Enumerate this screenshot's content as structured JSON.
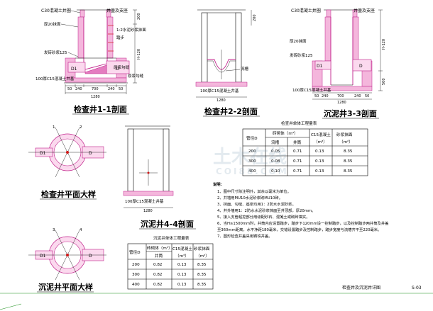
{
  "drawing": {
    "number": "S-03",
    "sheet_title": "检查井及沉泥井详图",
    "views": {
      "sec11": {
        "title": "检查井1-1剖面",
        "labels": {
          "c30_cover": "C30混凝土井圈",
          "cover_seat": "井盖及支座",
          "mortar": "1:2水泥砂浆抹面",
          "wall": "厚20抹面",
          "ladder": "踏步",
          "pipe_seal": "发砖砂浆125",
          "base": "100厚C15混凝土井基",
          "bench": "原浆勾缝",
          "d1": "D1",
          "d": "D"
        },
        "dims": [
          "50",
          "240",
          "700",
          "240",
          "50",
          "1280",
          "200",
          "H-120"
        ]
      },
      "sec22": {
        "title": "检查井2-2剖面",
        "labels": {
          "channel": "流槽",
          "base": "100厚C15混凝土井基"
        },
        "dims": [
          "1280",
          "200"
        ]
      },
      "sec33": {
        "title": "沉泥井3-3剖面",
        "labels": {
          "c30_cover": "C30混凝土井圈",
          "cover_seat": "井盖及支座",
          "wall": "厚20抹面",
          "pipe_seal": "发砖砂浆125",
          "base": "100厚C15混凝土井基",
          "d1": "D1",
          "d": "D"
        },
        "dims": [
          "50",
          "240",
          "700",
          "240",
          "50",
          "1280",
          "H-120",
          "500"
        ]
      },
      "sec44": {
        "title": "沉泥井4-4剖面",
        "labels": {
          "base": "100厚C15混凝土井基"
        },
        "dims": [
          "1280"
        ]
      },
      "plan_check": {
        "title": "检查井平面大样",
        "labels": {
          "d1": "D1",
          "d": "D",
          "n1": "1",
          "n2": "2"
        }
      },
      "plan_mud": {
        "title": "沉泥井平面大样",
        "labels": {
          "d1": "D1",
          "d": "D",
          "n3": "3",
          "n4": "4"
        }
      }
    },
    "table_check": {
      "title": "检查井单体工程量表",
      "headers": {
        "pipe": "管径D",
        "brick": "砖砌体（m³）",
        "brick_sub": [
          "流槽",
          "井筒"
        ],
        "c15": "C15混凝土",
        "c15_unit": "（m³）",
        "mortar": "砂浆抹面",
        "mortar_unit": "（m²）"
      },
      "rows": [
        [
          "200",
          "0.05",
          "0.71",
          "0.13",
          "8.35"
        ],
        [
          "300",
          "0.08",
          "0.71",
          "0.13",
          "8.35"
        ],
        [
          "400",
          "0.10",
          "0.71",
          "0.13",
          "8.35"
        ]
      ]
    },
    "table_mud": {
      "title": "沉泥井单体工程量表",
      "headers": {
        "pipe": "管径D",
        "brick": "砖砌体（m³）",
        "brick_sub": "井筒",
        "c15": "C15混凝土",
        "c15_unit": "（m³）",
        "mortar": "砂浆抹面",
        "mortar_unit": "（m²）"
      },
      "rows": [
        [
          "200",
          "0.82",
          "0.13",
          "8.35"
        ],
        [
          "300",
          "0.82",
          "0.13",
          "8.35"
        ],
        [
          "400",
          "0.82",
          "0.13",
          "8.35"
        ]
      ]
    },
    "notes": {
      "heading": "说明：",
      "items": [
        "1、图中尺寸除注明外，其余以毫米为单位。",
        "2、井墙用MU10水泥砂浆砌MU10砖。",
        "3、抹面、勾缝、座浆均用1：2防水水泥砂浆。",
        "4、井外墙用1：2防水水泥砂浆抹面至井顶部，厚20mm。",
        "5、接入支管超挖部分用级配砂石、混凝土或砌砖填实。",
        "6、当H≥1500mm时，井筒内应设置踏步，踏步下120mm设一控制踏步，以及控制踏步两井筒及井盖",
        "   至360mm距离，水平净距180毫米，交错设置踏步及控制踏步，踏步宽度与流槽齐平至220毫米。",
        "7、圆形检查井盖采用铸铁井盖。"
      ]
    },
    "watermark": {
      "cn": "土木在线",
      "en": "COI88.COM"
    }
  }
}
